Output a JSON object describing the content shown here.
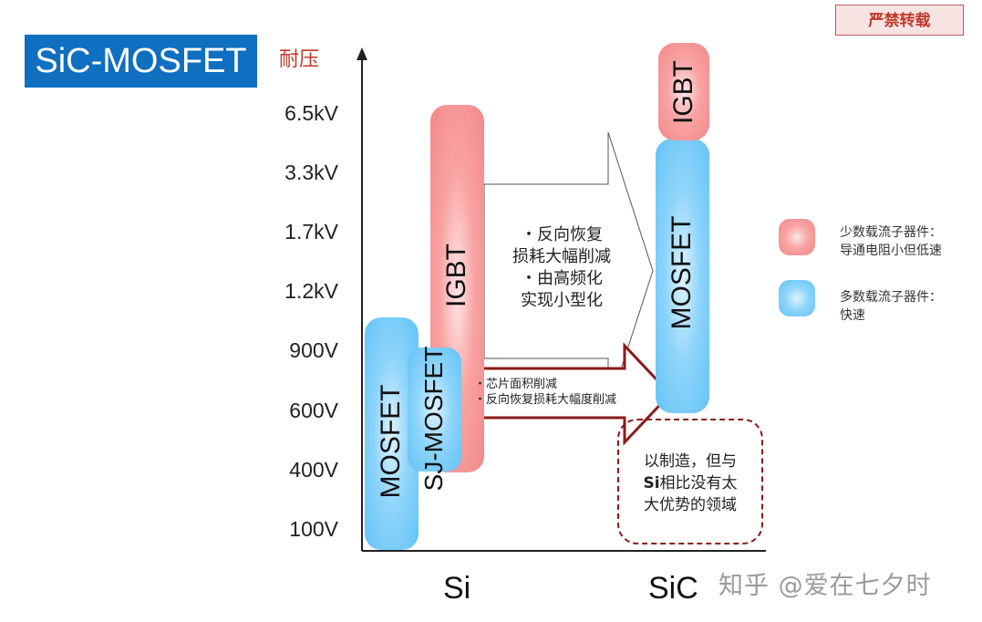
{
  "header": {
    "title": "SiC-MOSFET",
    "stamp": "严禁转载"
  },
  "axis": {
    "title": "耐压",
    "ticks": [
      "6.5kV",
      "3.3kV",
      "1.7kV",
      "1.2kV",
      "900V",
      "600V",
      "400V",
      "100V"
    ],
    "x_labels": [
      "Si",
      "SiC"
    ]
  },
  "bars": {
    "si_mosfet": "MOSFET",
    "si_sj_mosfet": "SJ-MOSFET",
    "si_igbt": "IGBT",
    "sic_igbt": "IGBT",
    "sic_mosfet": "MOSFET"
  },
  "notes": {
    "igbt_arrow_lines": [
      "・反向恢复",
      "损耗大幅削减",
      "・由高频化",
      "实现小型化"
    ],
    "sj_arrow_lines": [
      "・芯片面积削减",
      "・反向恢复损耗大幅度削减"
    ]
  },
  "legend": [
    {
      "color": "pink",
      "lines": [
        "少数载流子器件：",
        "导通电阻小但低速"
      ]
    },
    {
      "color": "blue",
      "lines": [
        "多数载流子器件：",
        "快速"
      ]
    }
  ],
  "callout": {
    "line1": "以制造，但与",
    "si": "Si",
    "line2_rest": "相比没有太",
    "line3": "大优势的领域"
  },
  "watermark": "知乎 @爱在七夕时",
  "colors": {
    "title_bg": "#0f6fc0",
    "axis_title": "#c0392b",
    "pink_bar": "#f28888",
    "blue_bar": "#63c2f6",
    "arrow_border": "#8b1a1a",
    "dashed_border": "#8b1a1a"
  }
}
